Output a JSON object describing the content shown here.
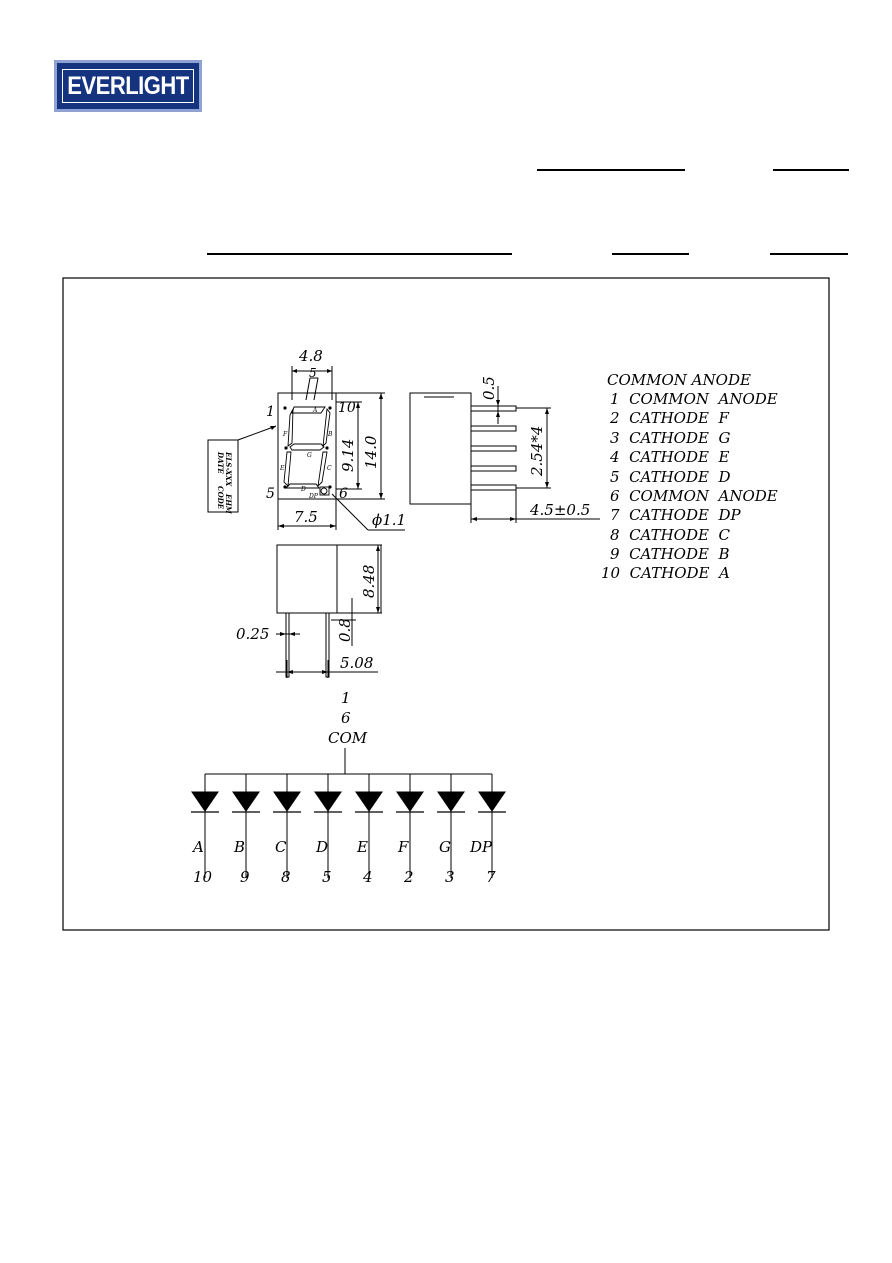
{
  "header": {
    "logo_text": "EVERLIGHT"
  },
  "dimensions": {
    "width_top": "4.8",
    "dim_5": "5",
    "dim_9_14": "9.14",
    "dim_14_0": "14.0",
    "dim_7_5": "7.5",
    "dim_phi": "ϕ1.1",
    "dim_0_5": "0.5",
    "dim_pitch": "2.54*4",
    "dim_4_5": "4.5±0.5",
    "dim_8_48": "8.48",
    "dim_0_25": "0.25",
    "dim_0_8": "0.8",
    "dim_5_08": "5.08"
  },
  "package_labels": {
    "pin_1": "1",
    "pin_10": "10",
    "pin_5": "5",
    "pin_6": "6",
    "seg_a": "A",
    "seg_f": "F",
    "seg_b": "B",
    "seg_g": "G",
    "seg_e": "E",
    "seg_c": "C",
    "seg_d": "D",
    "seg_dp": "DP",
    "marking_1": "ELS-XXX",
    "marking_2": "DATE",
    "marking_3": "CODE",
    "marking_4": "EHM"
  },
  "pin_table": {
    "title": "COMMON ANODE",
    "rows": [
      "1  COMMON  ANODE",
      "2  CATHODE  F",
      "3  CATHODE  G",
      "4  CATHODE  E",
      "5  CATHODE  D",
      "6  COMMON  ANODE",
      "7  CATHODE  DP",
      "8  CATHODE  C",
      "9  CATHODE  B",
      "10  CATHODE  A"
    ]
  },
  "schematic": {
    "com_pins": [
      "1",
      "6"
    ],
    "com_label": "COM",
    "segments": [
      {
        "name": "A",
        "pin": "10"
      },
      {
        "name": "B",
        "pin": "9"
      },
      {
        "name": "C",
        "pin": "8"
      },
      {
        "name": "D",
        "pin": "5"
      },
      {
        "name": "E",
        "pin": "4"
      },
      {
        "name": "F",
        "pin": "2"
      },
      {
        "name": "G",
        "pin": "3"
      },
      {
        "name": "DP",
        "pin": "7"
      }
    ]
  }
}
